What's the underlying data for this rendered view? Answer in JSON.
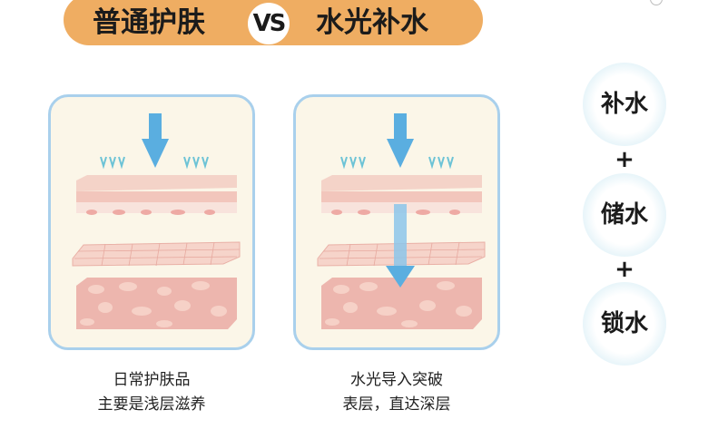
{
  "header": {
    "left": "普通护肤",
    "vs": "VS",
    "right": "水光补水"
  },
  "panels": [
    {
      "caption_line1": "日常护肤品",
      "caption_line2": "主要是浅层滋养"
    },
    {
      "caption_line1": "水光导入突破",
      "caption_line2": "表层，直达深层"
    }
  ],
  "steps": [
    {
      "label": "补水"
    },
    {
      "label": "储水"
    },
    {
      "label": "锁水"
    }
  ],
  "plus": "+",
  "colors": {
    "accent": "#efad62",
    "panel_border": "#a9d0ec",
    "arrow": "#5aaee0",
    "skin": "#f2c6bc"
  }
}
